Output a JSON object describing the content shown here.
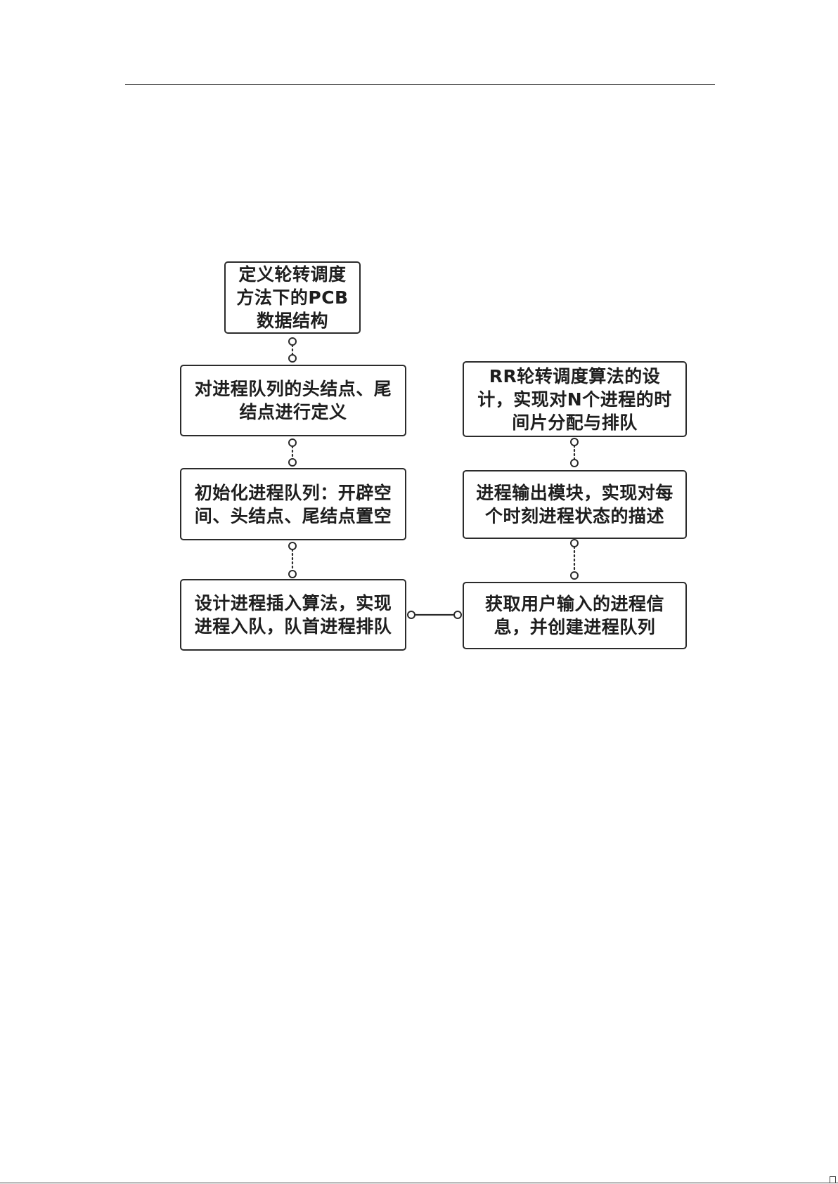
{
  "diagram": {
    "type": "flowchart",
    "nodes": [
      {
        "id": "pcb",
        "lines": [
          "定义轮转调度",
          "方法下的PCB",
          "数据结构"
        ]
      },
      {
        "id": "define",
        "lines": [
          "对进程队列的头结点、尾",
          "结点进行定义"
        ]
      },
      {
        "id": "init",
        "lines": [
          "初始化进程队列：开辟空",
          "间、头结点、尾结点置空"
        ]
      },
      {
        "id": "insert",
        "lines": [
          "设计进程插入算法，实现",
          "进程入队，队首进程排队"
        ]
      },
      {
        "id": "rr",
        "lines": [
          "RR轮转调度算法的设",
          "计，实现对N个进程的时",
          "间片分配与排队"
        ]
      },
      {
        "id": "output",
        "lines": [
          "进程输出模块，实现对每",
          "个时刻进程状态的描述"
        ]
      },
      {
        "id": "input",
        "lines": [
          "获取用户输入的进程信",
          "息，并创建进程队列"
        ]
      }
    ],
    "edges": [
      {
        "from": "pcb",
        "to": "define",
        "style": "dotted"
      },
      {
        "from": "define",
        "to": "init",
        "style": "dotted"
      },
      {
        "from": "init",
        "to": "insert",
        "style": "dotted"
      },
      {
        "from": "insert",
        "to": "input",
        "style": "solid"
      },
      {
        "from": "input",
        "to": "output",
        "style": "dotted"
      },
      {
        "from": "output",
        "to": "rr",
        "style": "dotted"
      }
    ],
    "colors": {
      "stroke": "#2b2b2b",
      "text": "#1e1e1e",
      "background": "#ffffff"
    }
  }
}
